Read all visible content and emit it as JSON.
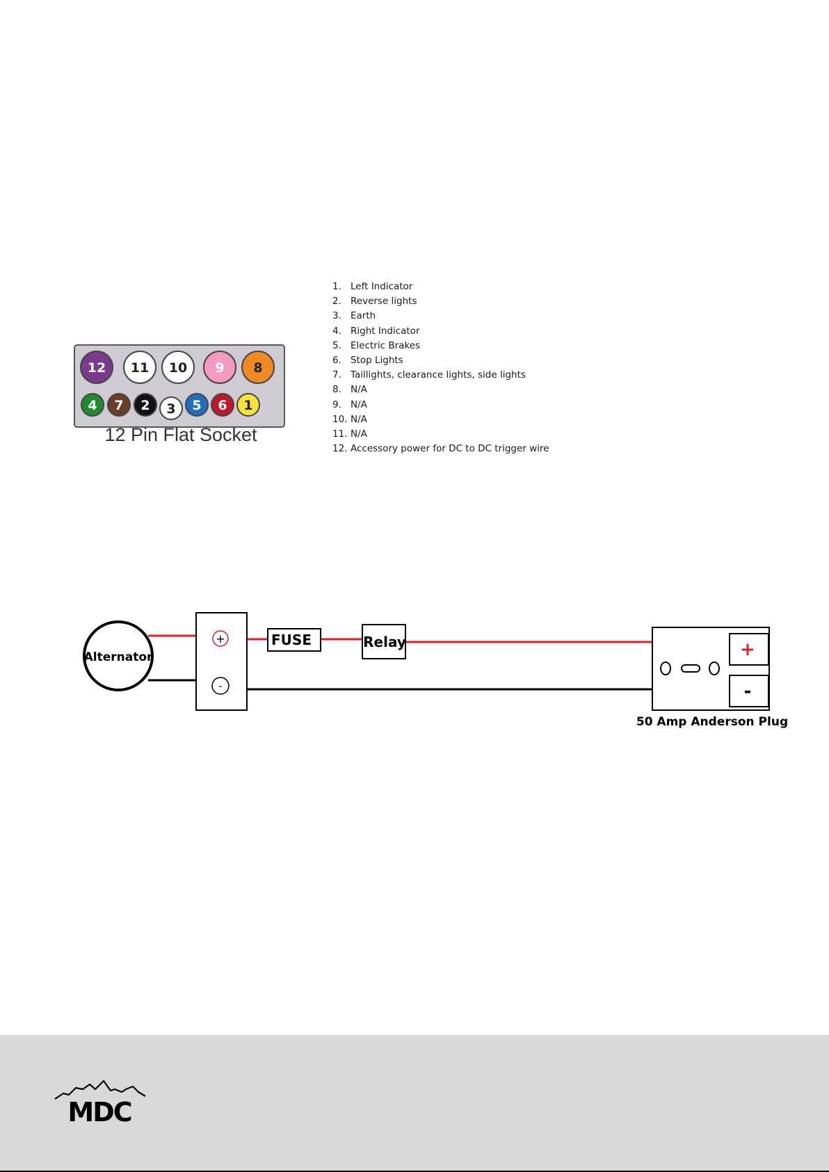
{
  "socket": {
    "caption": "12 Pin Flat Socket",
    "pins": [
      {
        "label": "12",
        "fill": "#7a3a8c",
        "text": "#ffffff",
        "row": "top"
      },
      {
        "label": "11",
        "fill": "#ffffff",
        "text": "#222222",
        "row": "top"
      },
      {
        "label": "10",
        "fill": "#ffffff",
        "text": "#222222",
        "row": "top"
      },
      {
        "label": "9",
        "fill": "#f39ac0",
        "text": "#ffffff",
        "row": "top"
      },
      {
        "label": "8",
        "fill": "#ef8a23",
        "text": "#222222",
        "row": "top"
      },
      {
        "label": "4",
        "fill": "#1f8a2e",
        "text": "#ffffff",
        "row": "bottom"
      },
      {
        "label": "7",
        "fill": "#6b3e26",
        "text": "#ffffff",
        "row": "bottom"
      },
      {
        "label": "2",
        "fill": "#111111",
        "text": "#ffffff",
        "row": "bottom"
      },
      {
        "label": "3",
        "fill": "#ffffff",
        "text": "#222222",
        "row": "bottom"
      },
      {
        "label": "5",
        "fill": "#1f6fc0",
        "text": "#ffffff",
        "row": "bottom"
      },
      {
        "label": "6",
        "fill": "#c0182b",
        "text": "#ffffff",
        "row": "bottom"
      },
      {
        "label": "1",
        "fill": "#f6e33a",
        "text": "#222222",
        "row": "bottom"
      }
    ]
  },
  "pin_list": [
    {
      "num": "1.",
      "text": "Left Indicator"
    },
    {
      "num": "2.",
      "text": "Reverse lights"
    },
    {
      "num": "3.",
      "text": "Earth"
    },
    {
      "num": "4.",
      "text": "Right Indicator"
    },
    {
      "num": "5.",
      "text": "Electric Brakes"
    },
    {
      "num": "6.",
      "text": "Stop Lights"
    },
    {
      "num": "7.",
      "text": "Taillights, clearance lights, side lights"
    },
    {
      "num": "8.",
      "text": "N/A"
    },
    {
      "num": "9.",
      "text": "N/A"
    },
    {
      "num": "10.",
      "text": "N/A"
    },
    {
      "num": "11.",
      "text": "N/A"
    },
    {
      "num": "12.",
      "text": "Accessory power for DC to DC trigger wire"
    }
  ],
  "wiring": {
    "alternator_label": "Alternator",
    "positive_symbol": "+",
    "negative_symbol": "-",
    "fuse_label": "FUSE",
    "relay_label": "Relay",
    "plug_positive": "+",
    "plug_negative": "-",
    "plug_label": "50 Amp Anderson Plug",
    "colors": {
      "positive_wire": "#e31e24",
      "negative_wire": "#000000"
    }
  },
  "footer": {
    "background": "#d9d9d9",
    "logo_text": "MDC"
  }
}
